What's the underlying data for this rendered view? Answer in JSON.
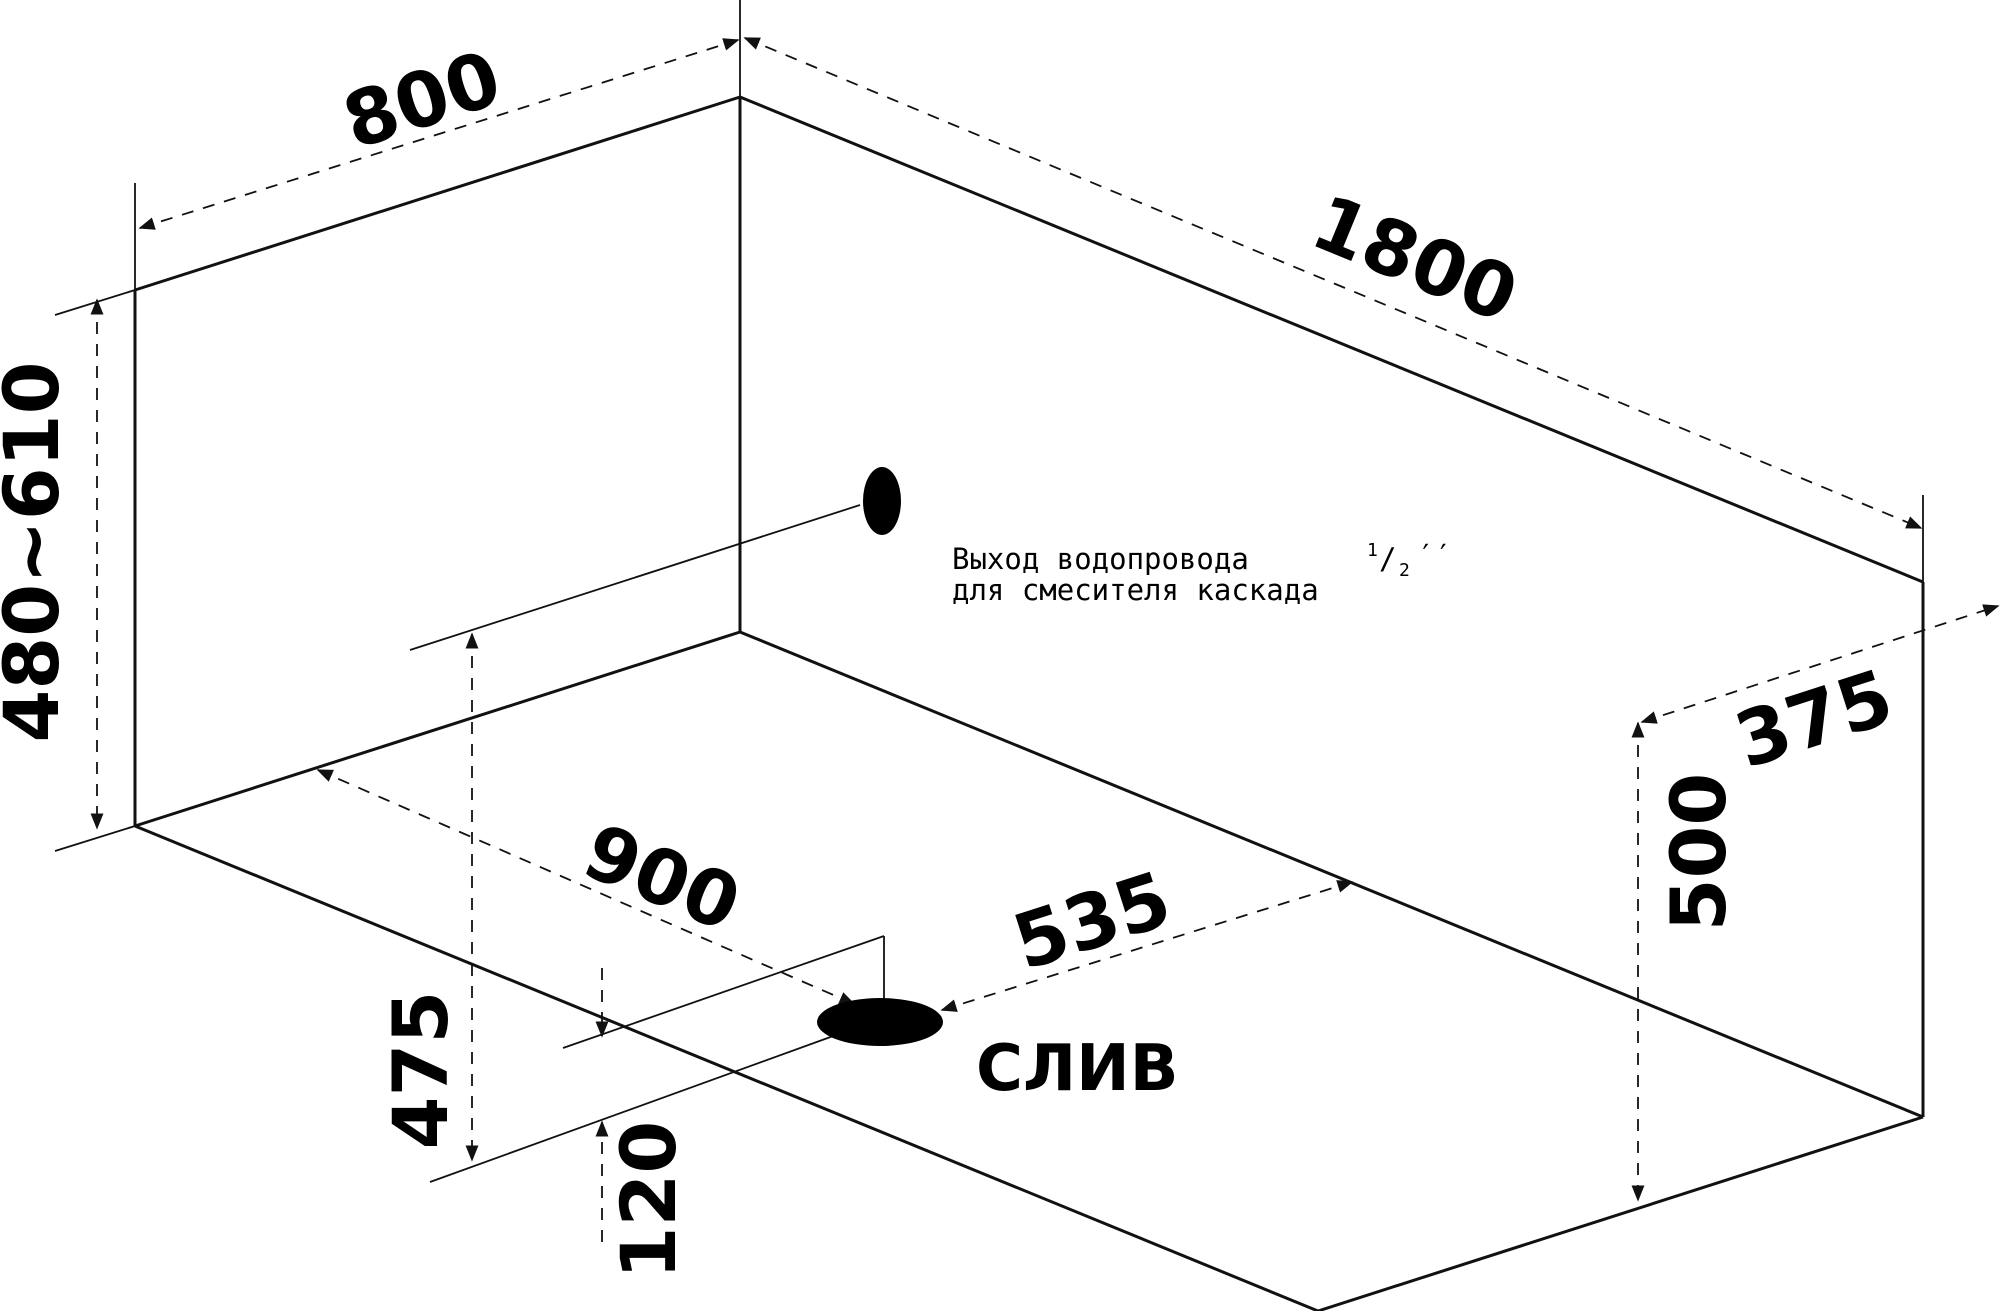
{
  "dimensions": {
    "width_top": "800",
    "length_top": "1800",
    "height_left": "480~610",
    "drain_offset_long": "900",
    "drain_offset_short": "535",
    "inlet_height": "475",
    "drain_height": "120",
    "depth_right": "500",
    "side_right": "375"
  },
  "labels": {
    "water_outlet_prefix": "Выход водопровода",
    "water_outlet_fraction_num": "1",
    "water_outlet_fraction_slash": "/",
    "water_outlet_fraction_den": "2",
    "water_outlet_suffix": "′′",
    "water_outlet_line2": "для смесителя каскада",
    "drain": "СЛИВ"
  }
}
